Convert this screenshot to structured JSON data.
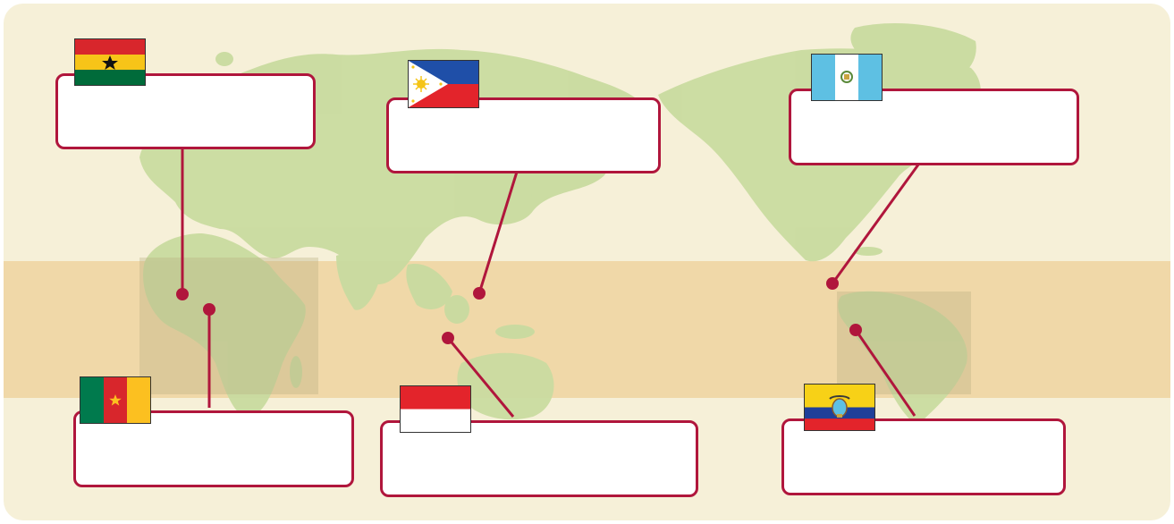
{
  "map": {
    "band_label": "",
    "land_color": "#c9dba0",
    "tropic_land_color": "#c8c093",
    "band_color": "#f0d8a8",
    "background_color": "#f6f0d8",
    "marker_color": "#b0163c"
  },
  "labels": [
    {
      "id": "ghana",
      "flag": "ghana-flag",
      "text": ""
    },
    {
      "id": "cameroon",
      "flag": "cameroon-flag",
      "text": ""
    },
    {
      "id": "philippines",
      "flag": "philippines-flag",
      "text": ""
    },
    {
      "id": "indonesia",
      "flag": "indonesia-flag",
      "text": ""
    },
    {
      "id": "guatemala",
      "flag": "guatemala-flag",
      "text": ""
    },
    {
      "id": "ecuador",
      "flag": "ecuador-flag",
      "text": ""
    }
  ]
}
